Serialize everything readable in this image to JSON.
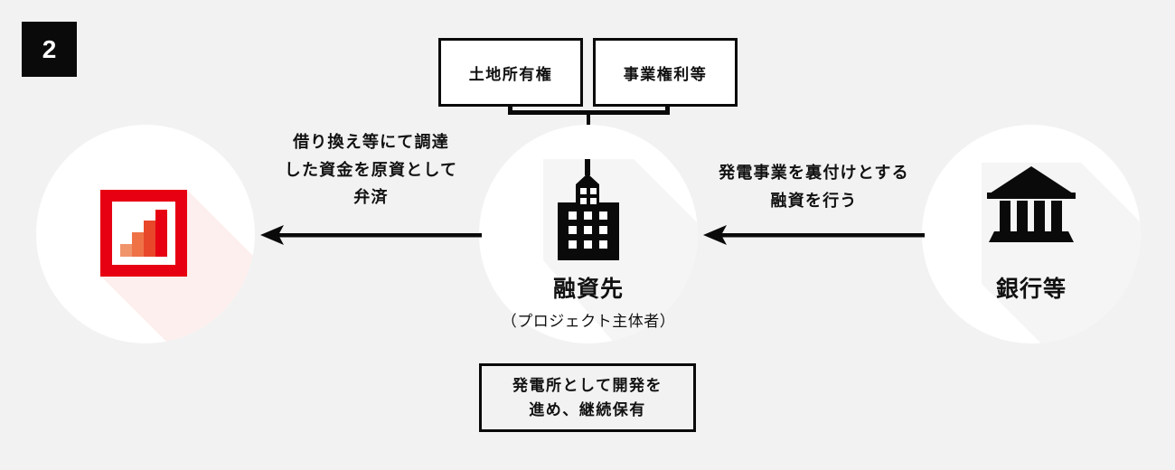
{
  "page": {
    "background_color": "#f2f2f2",
    "accent_color": "#e60012",
    "ink_color": "#0a0a0a"
  },
  "step": {
    "number": "2"
  },
  "top_boxes": [
    {
      "label": "土地所有権"
    },
    {
      "label": "事業権利等"
    }
  ],
  "nodes": {
    "left": {
      "icon": "bar-chart-icon",
      "label": "",
      "sublabel": ""
    },
    "middle": {
      "icon": "office-building-icon",
      "label": "融資先",
      "sublabel": "（プロジェクト主体者）"
    },
    "right": {
      "icon": "bank-icon",
      "label": "銀行等",
      "sublabel": ""
    }
  },
  "arrows": {
    "left": {
      "direction": "left",
      "caption_lines": [
        "借り換え等にて調達",
        "した資金を原資として",
        "弁済"
      ]
    },
    "right": {
      "direction": "left",
      "caption_lines": [
        "発電事業を裏付けとする",
        "融資を行う"
      ]
    }
  },
  "bottom_box": {
    "lines": [
      "発電所として開発を",
      "進め、継続保有"
    ]
  }
}
